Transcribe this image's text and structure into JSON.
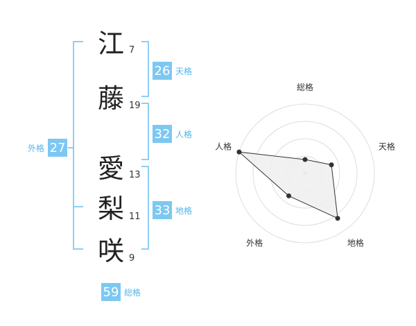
{
  "name": {
    "chars": [
      {
        "char": "江",
        "strokes": "7"
      },
      {
        "char": "藤",
        "strokes": "19"
      },
      {
        "char": "愛",
        "strokes": "13"
      },
      {
        "char": "梨",
        "strokes": "11"
      },
      {
        "char": "咲",
        "strokes": "9"
      }
    ]
  },
  "fortunes": {
    "tenkaku": {
      "value": "26",
      "label": "天格"
    },
    "jinkaku": {
      "value": "32",
      "label": "人格"
    },
    "chikaku": {
      "value": "33",
      "label": "地格"
    },
    "gaikaku": {
      "value": "27",
      "label": "外格"
    },
    "soukaku": {
      "value": "59",
      "label": "総格"
    }
  },
  "colors": {
    "accent": "#7cc8f2",
    "accent_text": "#52b6ea",
    "bracket": "#8ccff5",
    "radar_fill": "#efefef",
    "radar_stroke": "#333333",
    "grid": "#dddddd"
  },
  "chart_data": {
    "type": "radar",
    "axes": [
      "総格",
      "天格",
      "地格",
      "外格",
      "人格"
    ],
    "values": [
      1,
      2,
      4,
      2,
      5
    ],
    "range": [
      0,
      5
    ],
    "rings": 4
  }
}
